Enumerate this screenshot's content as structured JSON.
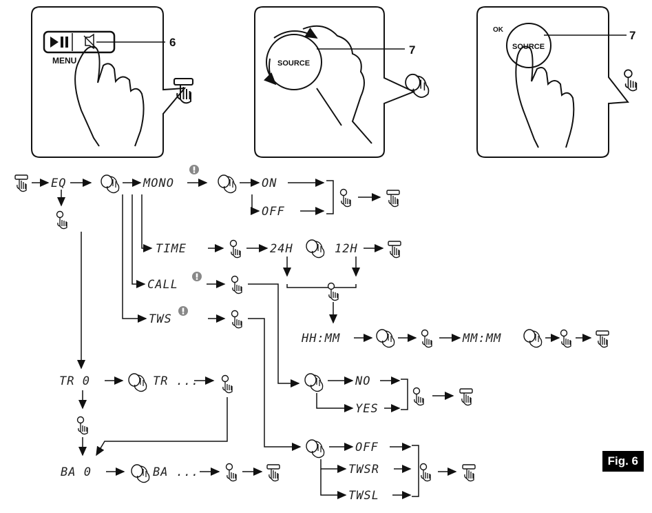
{
  "panels": {
    "p1": {
      "callout": "6",
      "button_label": "MENU"
    },
    "p2": {
      "callout": "7",
      "knob_label": "SOURCE"
    },
    "p3": {
      "callout": "7",
      "knob_label": "SOURCE",
      "ok_label": "OK"
    }
  },
  "flow": {
    "eq": "EQ",
    "mono": "MONO",
    "on": "ON",
    "off": "OFF",
    "time": "TIME",
    "h24": "24H",
    "h12": "12H",
    "call": "CALL",
    "tws": "TWS",
    "hhmm": "HH:MM",
    "mmmm": "MM:MM",
    "no": "NO",
    "yes": "YES",
    "tr0": "TR 0",
    "trdots": "TR ...",
    "ba0": "BA 0",
    "badots": "BA ...",
    "tws_off": "OFF",
    "twsr": "TWSR",
    "twsl": "TWSL"
  },
  "figure_label": "Fig. 6",
  "icons": [
    "menu-press-icon",
    "knob-rotate-icon",
    "knob-press-icon",
    "warning-icon"
  ]
}
